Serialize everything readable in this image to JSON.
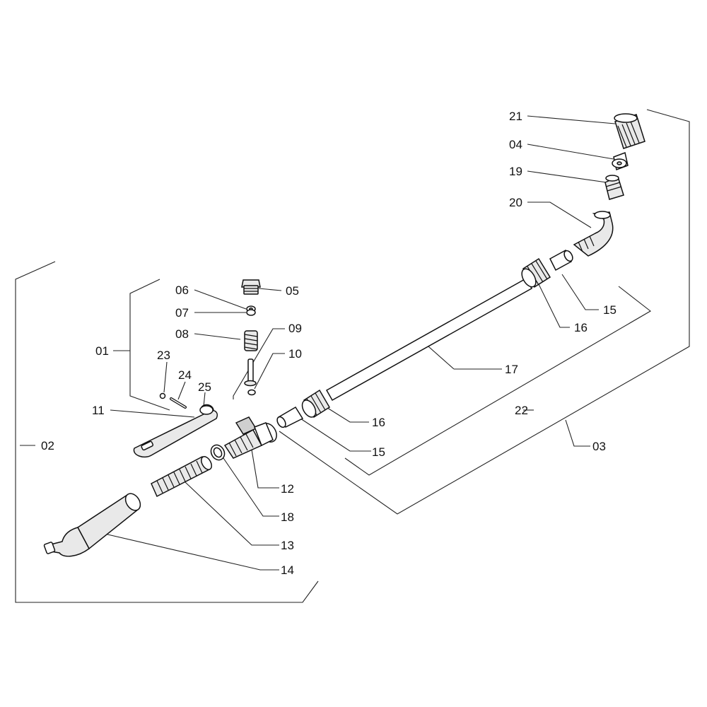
{
  "labels": {
    "l01": "01",
    "l02": "02",
    "l03": "03",
    "l04": "04",
    "l05": "05",
    "l06": "06",
    "l07": "07",
    "l08": "08",
    "l09": "09",
    "l10": "10",
    "l11": "11",
    "l12": "12",
    "l13": "13",
    "l14": "14",
    "l15a": "15",
    "l15b": "15",
    "l16a": "16",
    "l16b": "16",
    "l17": "17",
    "l18": "18",
    "l19": "19",
    "l20": "20",
    "l21": "21",
    "l22": "22",
    "l23": "23",
    "l24": "24",
    "l25": "25"
  }
}
